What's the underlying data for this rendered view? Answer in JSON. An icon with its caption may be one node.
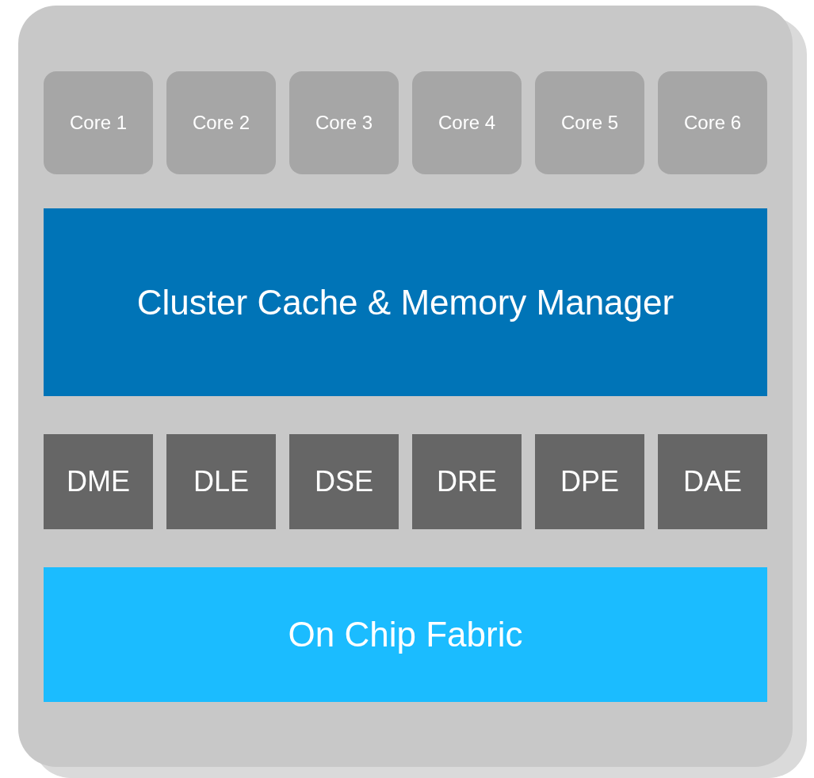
{
  "diagram": {
    "nodes": [
      {
        "text": [],
        "shape": "box"
      },
      {
        "text": [
          "Core 1"
        ],
        "in": 0
      },
      {
        "text": [
          "Core 2"
        ],
        "in": 0
      },
      {
        "text": [
          "Core 3"
        ],
        "in": 0
      },
      {
        "text": [
          "Core 4"
        ],
        "in": 0
      },
      {
        "text": [
          "Core 5"
        ],
        "in": 0
      },
      {
        "text": [
          "Core 6"
        ],
        "in": 0
      },
      {
        "text": [
          "Cluster Cache & Memory Manager"
        ],
        "in": 0
      },
      {
        "text": [
          "DME"
        ],
        "in": 0
      },
      {
        "text": [
          "DLE"
        ],
        "in": 0
      },
      {
        "text": [
          "DSE"
        ],
        "in": 0
      },
      {
        "text": [
          "DRE"
        ],
        "in": 0
      },
      {
        "text": [
          "DPE"
        ],
        "in": 0
      },
      {
        "text": [
          "DAE"
        ],
        "in": 0
      },
      {
        "text": [
          "On Chip Fabric"
        ],
        "in": 0
      }
    ]
  }
}
